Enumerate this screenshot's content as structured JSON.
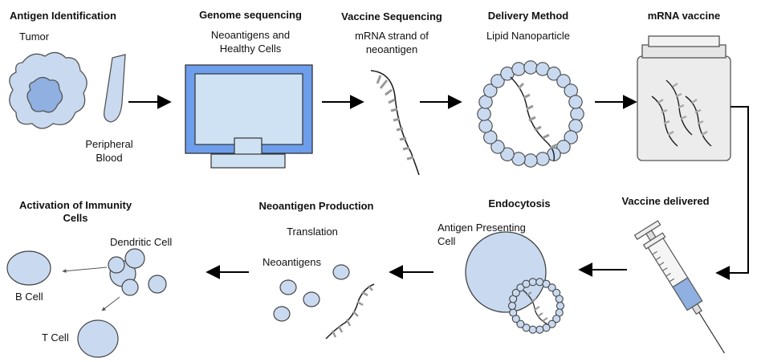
{
  "steps": {
    "antigen_identification": {
      "title": "Antigen Identification",
      "tumor": "Tumor",
      "blood_line1": "Peripheral",
      "blood_line2": "Blood"
    },
    "genome_sequencing": {
      "title": "Genome sequencing",
      "line1": "Neoantigens and",
      "line2": "Healthy Cells"
    },
    "vaccine_sequencing": {
      "title": "Vaccine Sequencing",
      "line1": "mRNA strand of",
      "line2": "neoantigen"
    },
    "delivery_method": {
      "title": "Delivery Method",
      "sub": "Lipid Nanoparticle"
    },
    "mrna_vaccine": {
      "title": "mRNA vaccine"
    },
    "vaccine_delivered": {
      "title": "Vaccine delivered"
    },
    "endocytosis": {
      "title": "Endocytosis",
      "line1": "Antigen Presenting",
      "line2": "Cell"
    },
    "neoantigen_production": {
      "title": "Neoantigen Production",
      "translation": "Translation",
      "neoantigens": "Neoantigens"
    },
    "activation": {
      "title_line1": "Activation of Immunity",
      "title_line2": "Cells",
      "dendritic": "Dendritic Cell",
      "b_cell": "B Cell",
      "t_cell": "T Cell"
    }
  },
  "colors": {
    "cell_fill": "#c9daf0",
    "cell_inner": "#8fb0e0",
    "monitor_frame": "#6d9eeb",
    "monitor_screen": "#cfe2f3",
    "outline": "#333333"
  }
}
